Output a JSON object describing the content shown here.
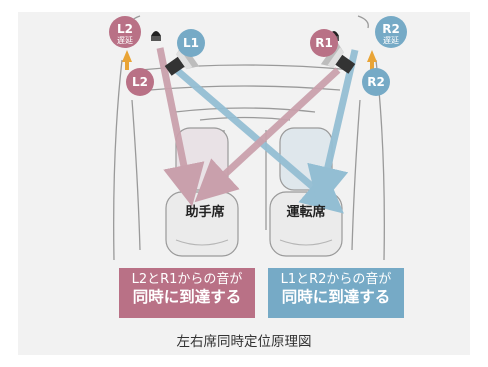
{
  "badges": {
    "l2_delay_main": "L2",
    "l2_delay_sub": "遅延",
    "l2": "L2",
    "l1": "L1",
    "r1": "R1",
    "r2_delay_main": "R2",
    "r2_delay_sub": "遅延",
    "r2": "R2"
  },
  "seats": {
    "passenger": "助手席",
    "driver": "運転席"
  },
  "callouts": {
    "left_line1": "L2とR1からの音が",
    "left_line2": "同時に到達する",
    "right_line1": "L1とR2からの音が",
    "right_line2": "同時に到達する"
  },
  "caption": "左右席同時定位原理図",
  "colors": {
    "pink": "#b97186",
    "pink_arrow": "#c9a0ac",
    "blue": "#76aac6",
    "blue_arrow": "#93bed3",
    "orange": "#e9a436",
    "background": "#f2f2f2"
  }
}
